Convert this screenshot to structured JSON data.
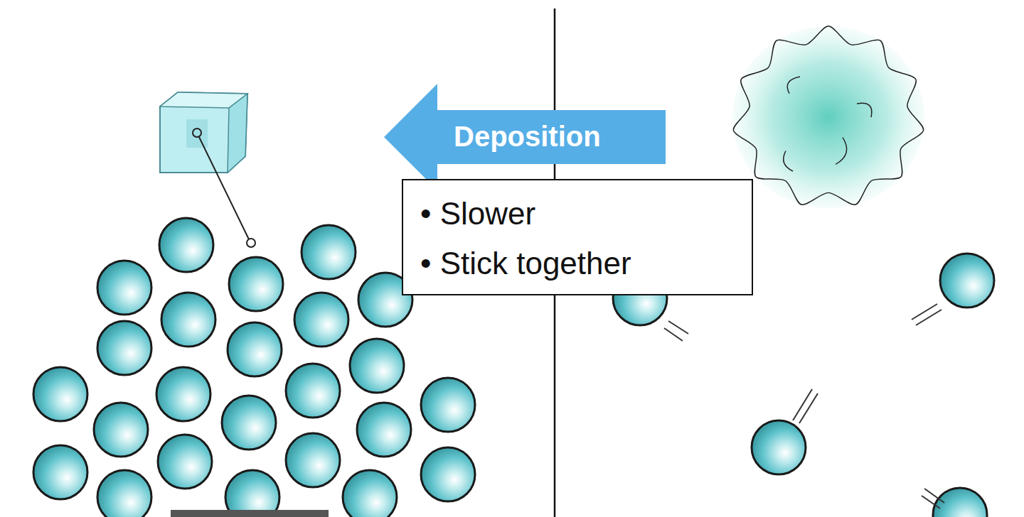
{
  "diagram": {
    "nodes": [
      {
        "text": [
          "Deposition"
        ]
      },
      {
        "text": [
          "• Slower",
          "• Stick together"
        ]
      }
    ]
  }
}
